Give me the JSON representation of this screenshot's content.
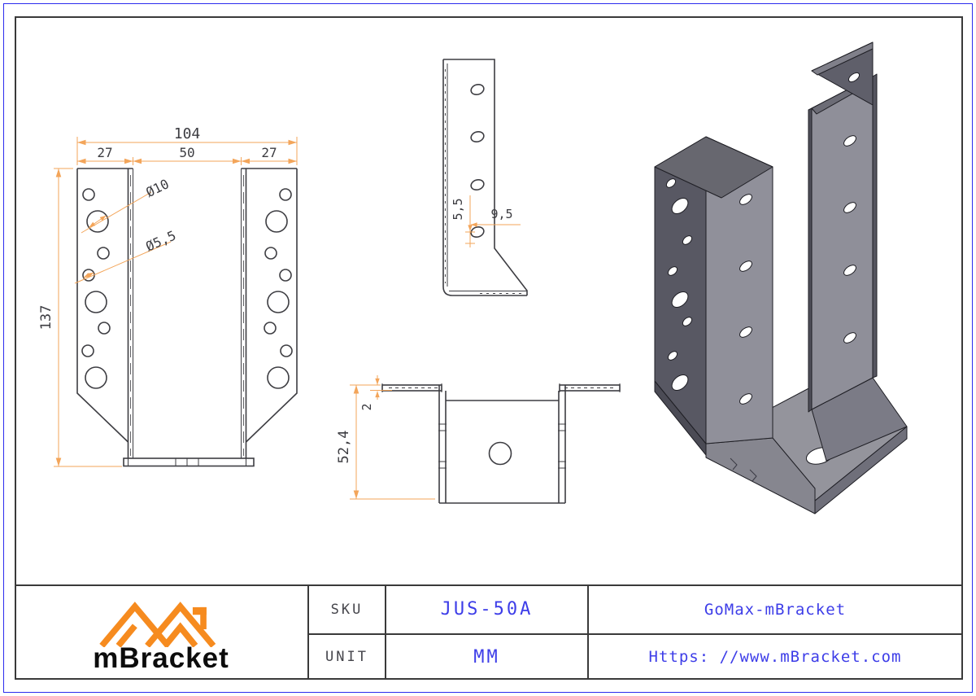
{
  "drawing": {
    "front_view": {
      "dim_total_width": "104",
      "dim_left_flange": "27",
      "dim_opening": "50",
      "dim_right_flange": "27",
      "dim_height": "137",
      "label_hole_large": "Ø10",
      "label_hole_small": "Ø5,5"
    },
    "side_view": {
      "dim_hole_offset_vertical": "5,5",
      "dim_hole_offset_horizontal": "9,5"
    },
    "top_view": {
      "dim_depth": "52,4",
      "dim_thickness": "2"
    },
    "colors": {
      "dimension_orange": "#f3a55a",
      "drawing_line": "#3d3d42",
      "iso_dark_face": "#585863",
      "iso_light_face": "#90909a",
      "border_blue": "#2b2bee",
      "border_inner": "#3a3a3a",
      "value_blue": "#3d3de8",
      "logo_orange": "#f68b1f"
    }
  },
  "title_block": {
    "logo": {
      "text": "mBracket"
    },
    "sku_label": "SKU",
    "sku_value": "JUS-50A",
    "unit_label": "UNIT",
    "unit_value": "MM",
    "brand": "GoMax-mBracket",
    "website": "Https: //www.mBracket.com"
  }
}
